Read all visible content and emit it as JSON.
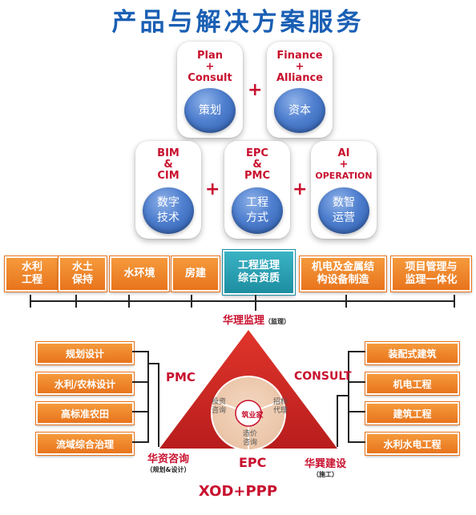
{
  "title": "产品与解决方案服务",
  "cards": [
    {
      "top": "Plan",
      "plus": "+",
      "bottom": "Consult",
      "orb": "策划"
    },
    {
      "top": "Finance",
      "plus": "+",
      "bottom": "Alliance",
      "orb": "资本"
    },
    {
      "top": "BIM",
      "plus": "&",
      "bottom": "CIM",
      "orb_line1": "数字",
      "orb_line2": "技术"
    },
    {
      "top": "EPC",
      "plus": "&",
      "bottom": "PMC",
      "orb_line1": "工程",
      "orb_line2": "方式"
    },
    {
      "top": "AI",
      "plus": "+",
      "bottom": "OPERATION",
      "orb_line1": "数智",
      "orb_line2": "运营"
    }
  ],
  "plus_sign": "+",
  "row_boxes": [
    {
      "line1": "水利",
      "line2": "工程"
    },
    {
      "line1": "水土",
      "line2": "保持"
    },
    {
      "line1": "水环境",
      "line2": ""
    },
    {
      "line1": "房建",
      "line2": ""
    },
    {
      "line1": "工程监理",
      "line2": "综合资质"
    },
    {
      "line1": "机电及金属结",
      "line2": "构设备制造"
    },
    {
      "line1": "项目管理与",
      "line2": "监理一体化"
    }
  ],
  "supervision": {
    "label": "华理监理",
    "note": "（监理）"
  },
  "left_boxes": [
    "规划设计",
    "水利/农林设计",
    "高标准农田",
    "流域综合治理"
  ],
  "right_boxes": [
    "装配式建筑",
    "机电工程",
    "建筑工程",
    "水利水电工程"
  ],
  "triangle": {
    "pmc": "PMC",
    "consult": "CONSULT",
    "epc": "EPC",
    "center": "筑业家",
    "left_seg": [
      "投资",
      "咨询"
    ],
    "right_seg": [
      "招标",
      "代理"
    ],
    "bottom_seg": [
      "造价",
      "咨询"
    ]
  },
  "left_company": {
    "label": "华资咨询",
    "note": "（规划&设计）"
  },
  "right_company": {
    "label": "华巽建设",
    "note": "（施工）"
  },
  "footer": "XOD+PPP"
}
